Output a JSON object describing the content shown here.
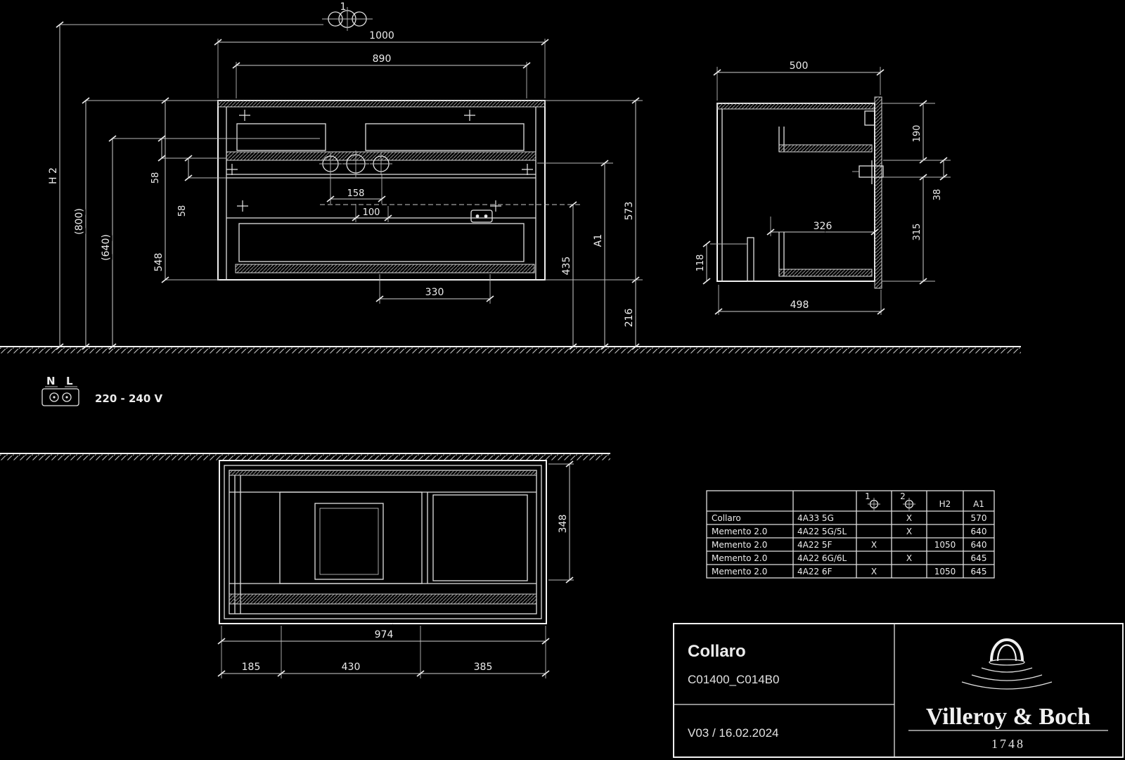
{
  "sheet": {
    "callout_1": "1"
  },
  "front": {
    "width_outer": "1000",
    "width_mount": "890",
    "height_label": "H 2",
    "height_800": "(800)",
    "height_640": "(640)",
    "height_cabinet": "548",
    "rail_gap_1": "58",
    "rail_gap_2": "58",
    "tap_hole_span": "158",
    "tap_hole_offset": "100",
    "trap_cutout_width": "330",
    "drain_height": "435",
    "a1_label": "A1",
    "height_with_basin": "573",
    "bottom_clearance": "216"
  },
  "side": {
    "depth_top": "500",
    "depth_bottom": "498",
    "inner_depth": "326",
    "back_panel_height": "118",
    "top_to_bracket": "190",
    "bracket_height": "38",
    "bracket_to_bottom": "315"
  },
  "plan": {
    "width_visible": "974",
    "segment_left": "185",
    "segment_center": "430",
    "segment_right": "385",
    "inner_depth": "348"
  },
  "electrical": {
    "neutral": "N",
    "line": "L",
    "voltage": "220 - 240 V"
  },
  "table": {
    "header": {
      "col1": "1",
      "col2": "2",
      "h2": "H2",
      "a1": "A1"
    },
    "rows": [
      {
        "name": "Collaro",
        "code": "4A33 5G",
        "hole1": "",
        "hole2": "X",
        "h2": "",
        "a1": "570"
      },
      {
        "name": "Memento 2.0",
        "code": "4A22 5G/5L",
        "hole1": "",
        "hole2": "X",
        "h2": "",
        "a1": "640"
      },
      {
        "name": "Memento 2.0",
        "code": "4A22 5F",
        "hole1": "X",
        "hole2": "",
        "h2": "1050",
        "a1": "640"
      },
      {
        "name": "Memento 2.0",
        "code": "4A22 6G/6L",
        "hole1": "",
        "hole2": "X",
        "h2": "",
        "a1": "645"
      },
      {
        "name": "Memento 2.0",
        "code": "4A22 6F",
        "hole1": "X",
        "hole2": "",
        "h2": "1050",
        "a1": "645"
      }
    ]
  },
  "title_block": {
    "product": "Collaro",
    "article": "C01400_C014B0",
    "version": "V03 / 16.02.2024",
    "brand": "Villeroy & Boch",
    "since": "1748"
  },
  "colors": {
    "background": "#000000",
    "line": "#e8e8e8"
  }
}
